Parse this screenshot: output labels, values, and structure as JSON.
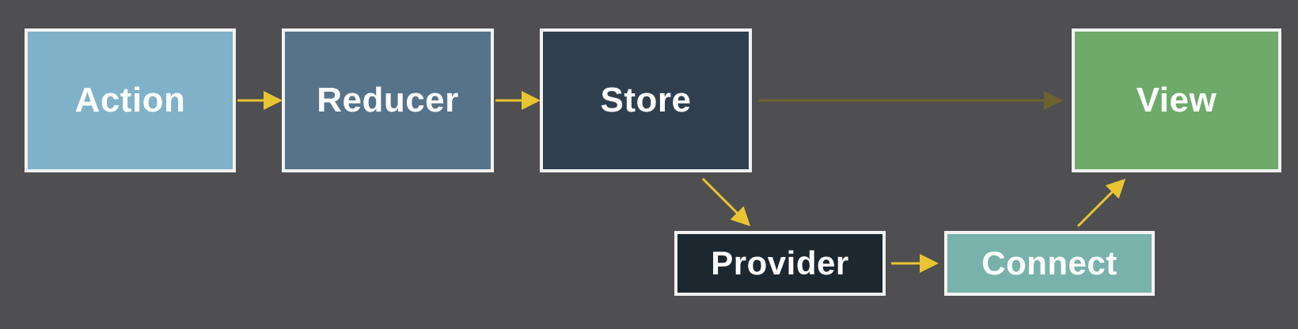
{
  "diagram": {
    "nodes": {
      "action": {
        "label": "Action",
        "color": "#7fb2c8"
      },
      "reducer": {
        "label": "Reducer",
        "color": "#56738a"
      },
      "store": {
        "label": "Store",
        "color": "#2f3f4e"
      },
      "view": {
        "label": "View",
        "color": "#6eaa6a"
      },
      "provider": {
        "label": "Provider",
        "color": "#1c2730"
      },
      "connect": {
        "label": "Connect",
        "color": "#78b2ab"
      }
    },
    "edges": [
      {
        "from": "action",
        "to": "reducer"
      },
      {
        "from": "reducer",
        "to": "store"
      },
      {
        "from": "store",
        "to": "view",
        "style": "faded"
      },
      {
        "from": "store",
        "to": "provider"
      },
      {
        "from": "provider",
        "to": "connect"
      },
      {
        "from": "connect",
        "to": "view"
      }
    ],
    "colors": {
      "background": "#4f4e50",
      "border": "#f2f2f2",
      "arrow": "#e8c531",
      "arrow_faded": "#6e6330"
    }
  }
}
